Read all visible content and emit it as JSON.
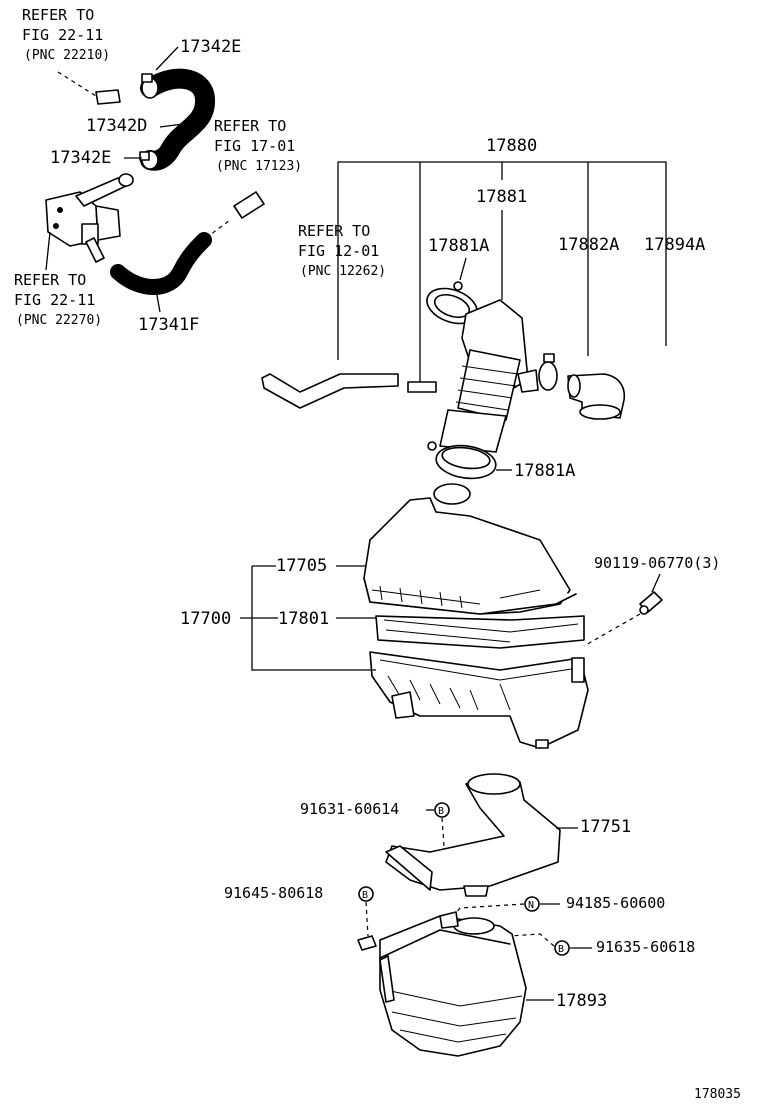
{
  "labels": {
    "refer_22_11_top": [
      "REFER TO",
      "FIG 22-11",
      "(PNC 22210)"
    ],
    "refer_17_01": [
      "REFER TO",
      "FIG 17-01",
      "(PNC 17123)"
    ],
    "refer_22_11_left": [
      "REFER TO",
      "FIG 22-11",
      "(PNC 22270)"
    ],
    "refer_12_01": [
      "REFER TO",
      "FIG 12-01",
      "(PNC 12262)"
    ],
    "p_17342E_top": "17342E",
    "p_17342D": "17342D",
    "p_17342E_mid": "17342E",
    "p_17341F": "17341F",
    "p_17880": "17880",
    "p_17881": "17881",
    "p_17881A_top": "17881A",
    "p_17882A": "17882A",
    "p_17894A": "17894A",
    "p_17881A_bot": "17881A",
    "p_17705": "17705",
    "p_17700": "17700",
    "p_17801": "17801",
    "p_90119": "90119-06770(3)",
    "p_91631": "91631-60614",
    "p_17751": "17751",
    "p_91645": "91645-80618",
    "p_94185": "94185-60600",
    "p_91635": "91635-60618",
    "p_17893": "17893",
    "figure_id": "178035"
  },
  "badges": {
    "b_91631": "B",
    "b_91645": "B",
    "b_94185": "N",
    "b_91635": "B"
  }
}
